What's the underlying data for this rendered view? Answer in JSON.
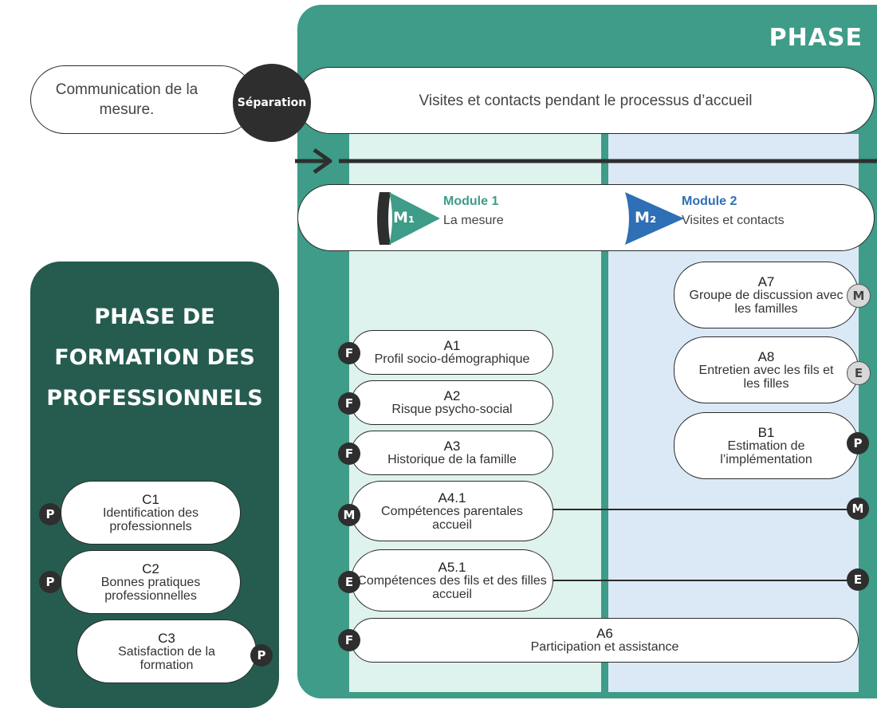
{
  "colors": {
    "teal": "#3e9c88",
    "teal_light": "#dff3ee",
    "blue_light": "#dbe9f6",
    "dark_green": "#255c4f",
    "dark": "#2e2e2e",
    "module2_blue": "#2e6fb5"
  },
  "header": {
    "phase_title": "PHASE",
    "communication": "Communication de la mesure.",
    "separation": "Séparation",
    "visits_bar": "Visites et contacts pendant le processus d’accueil"
  },
  "modules": [
    {
      "icon_label": "M₁",
      "title": "Module 1",
      "subtitle": "La mesure"
    },
    {
      "icon_label": "M₂",
      "title": "Module 2",
      "subtitle": "Visites et contacts"
    }
  ],
  "formation": {
    "title": "PHASE DE FORMATION DES PROFESSIONNELS",
    "items": [
      {
        "code": "C1",
        "label": "Identification des professionnels",
        "badge": "P"
      },
      {
        "code": "C2",
        "label": "Bonnes pratiques professionnelles",
        "badge": "P"
      },
      {
        "code": "C3",
        "label": "Satisfaction de la formation",
        "badge": "P"
      }
    ]
  },
  "activities": [
    {
      "code": "A1",
      "label": "Profil socio-démographique",
      "badge": "F"
    },
    {
      "code": "A2",
      "label": "Risque psycho-social",
      "badge": "F"
    },
    {
      "code": "A3",
      "label": "Historique de la famille",
      "badge": "F"
    },
    {
      "code": "A4.1",
      "label": "Compétences parentales accueil",
      "badge": "M",
      "end_badge": "M"
    },
    {
      "code": "A5.1",
      "label": "Compétences des fils et des filles accueil",
      "badge": "E",
      "end_badge": "E"
    },
    {
      "code": "A6",
      "label": "Participation et assistance",
      "badge": "F"
    }
  ],
  "module2_activities": [
    {
      "code": "A7",
      "label": "Groupe de discussion avec les familles",
      "badge": "M"
    },
    {
      "code": "A8",
      "label": "Entretien avec les fils et les filles",
      "badge": "E"
    },
    {
      "code": "B1",
      "label": "Estimation de l’implémentation",
      "badge": "P"
    }
  ]
}
